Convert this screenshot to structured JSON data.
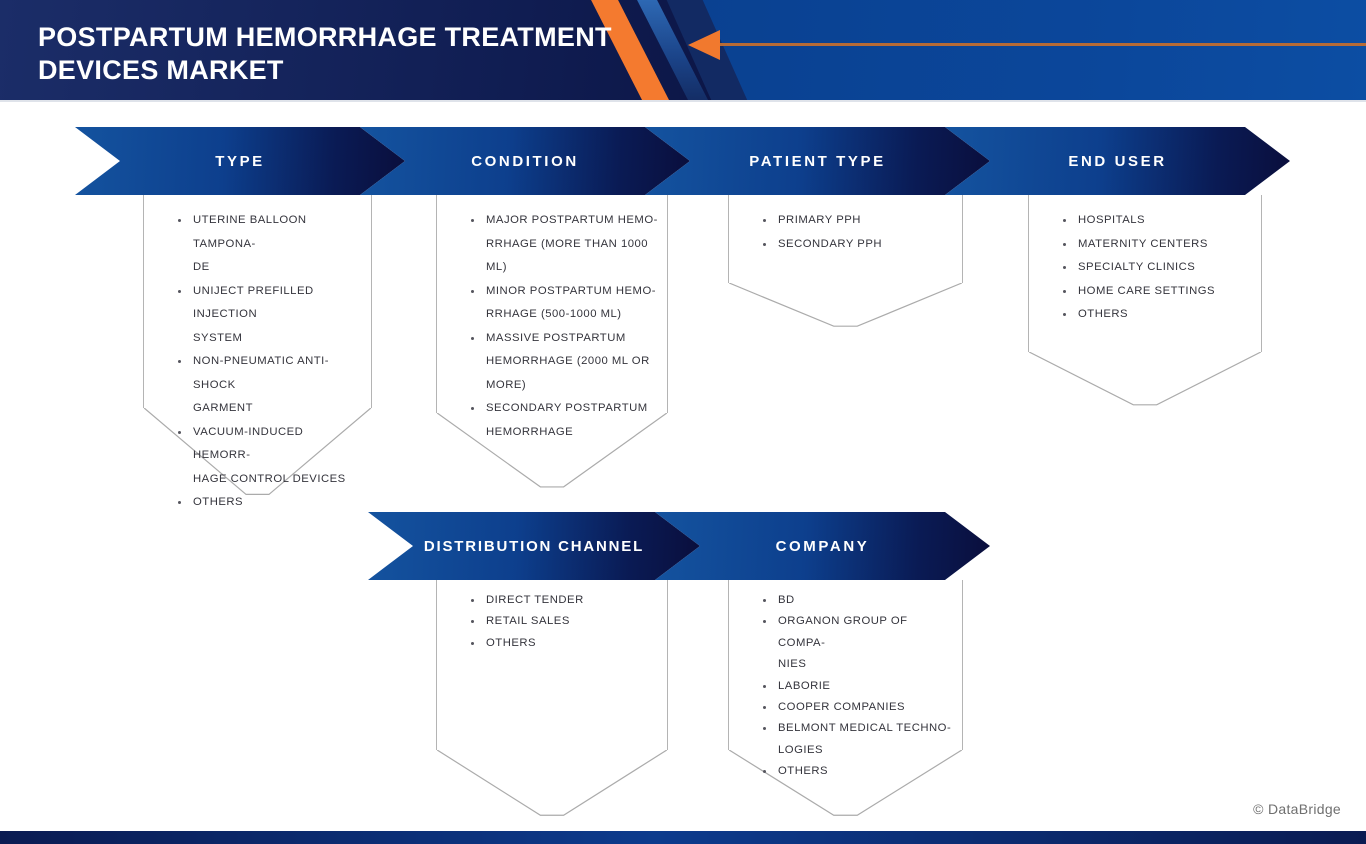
{
  "header": {
    "title_lines": [
      "POSTPARTUM HEMORRHAGE TREATMENT",
      "DEVICES MARKET"
    ],
    "colors": {
      "navy": "#0a1240",
      "bright_blue": "#0b479b",
      "accent_orange": "#f47a2f",
      "arrow_gradient_start": "#14539f",
      "arrow_gradient_end": "#0a0e3c"
    }
  },
  "segments": [
    {
      "id": "type",
      "label": "TYPE",
      "items": [
        "UTERINE BALLOON TAMPONA-\nDE",
        "UNIJECT PREFILLED INJECTION\nSYSTEM",
        "NON-PNEUMATIC ANTI-SHOCK\nGARMENT",
        "VACUUM-INDUCED HEMORR-\nHAGE CONTROL DEVICES",
        "OTHERS"
      ]
    },
    {
      "id": "condition",
      "label": "CONDITION",
      "items": [
        "MAJOR POSTPARTUM HEMO-\nRRHAGE (MORE THAN 1000\nML)",
        "MINOR POSTPARTUM HEMO-\nRRHAGE (500-1000 ML)",
        "MASSIVE POSTPARTUM\nHEMORRHAGE (2000 ML OR\nMORE)",
        "SECONDARY POSTPARTUM\nHEMORRHAGE"
      ]
    },
    {
      "id": "patient-type",
      "label": "PATIENT TYPE",
      "items": [
        "PRIMARY PPH",
        "SECONDARY PPH"
      ]
    },
    {
      "id": "end-user",
      "label": "END USER",
      "items": [
        "HOSPITALS",
        "MATERNITY CENTERS",
        "SPECIALTY CLINICS",
        "HOME CARE SETTINGS",
        "OTHERS"
      ]
    },
    {
      "id": "distribution-channel",
      "label": "DISTRIBUTION CHANNEL",
      "items": [
        "DIRECT TENDER",
        "RETAIL SALES",
        "OTHERS"
      ]
    },
    {
      "id": "company",
      "label": "COMPANY",
      "items": [
        "BD",
        "ORGANON GROUP OF COMPA-\nNIES",
        "LABORIE",
        "COOPER COMPANIES",
        "BELMONT MEDICAL TECHNO-\nLOGIES",
        "OTHERS"
      ]
    }
  ],
  "footer": {
    "credit": "© DataBridge",
    "bar_color": "#0c3b8d"
  }
}
